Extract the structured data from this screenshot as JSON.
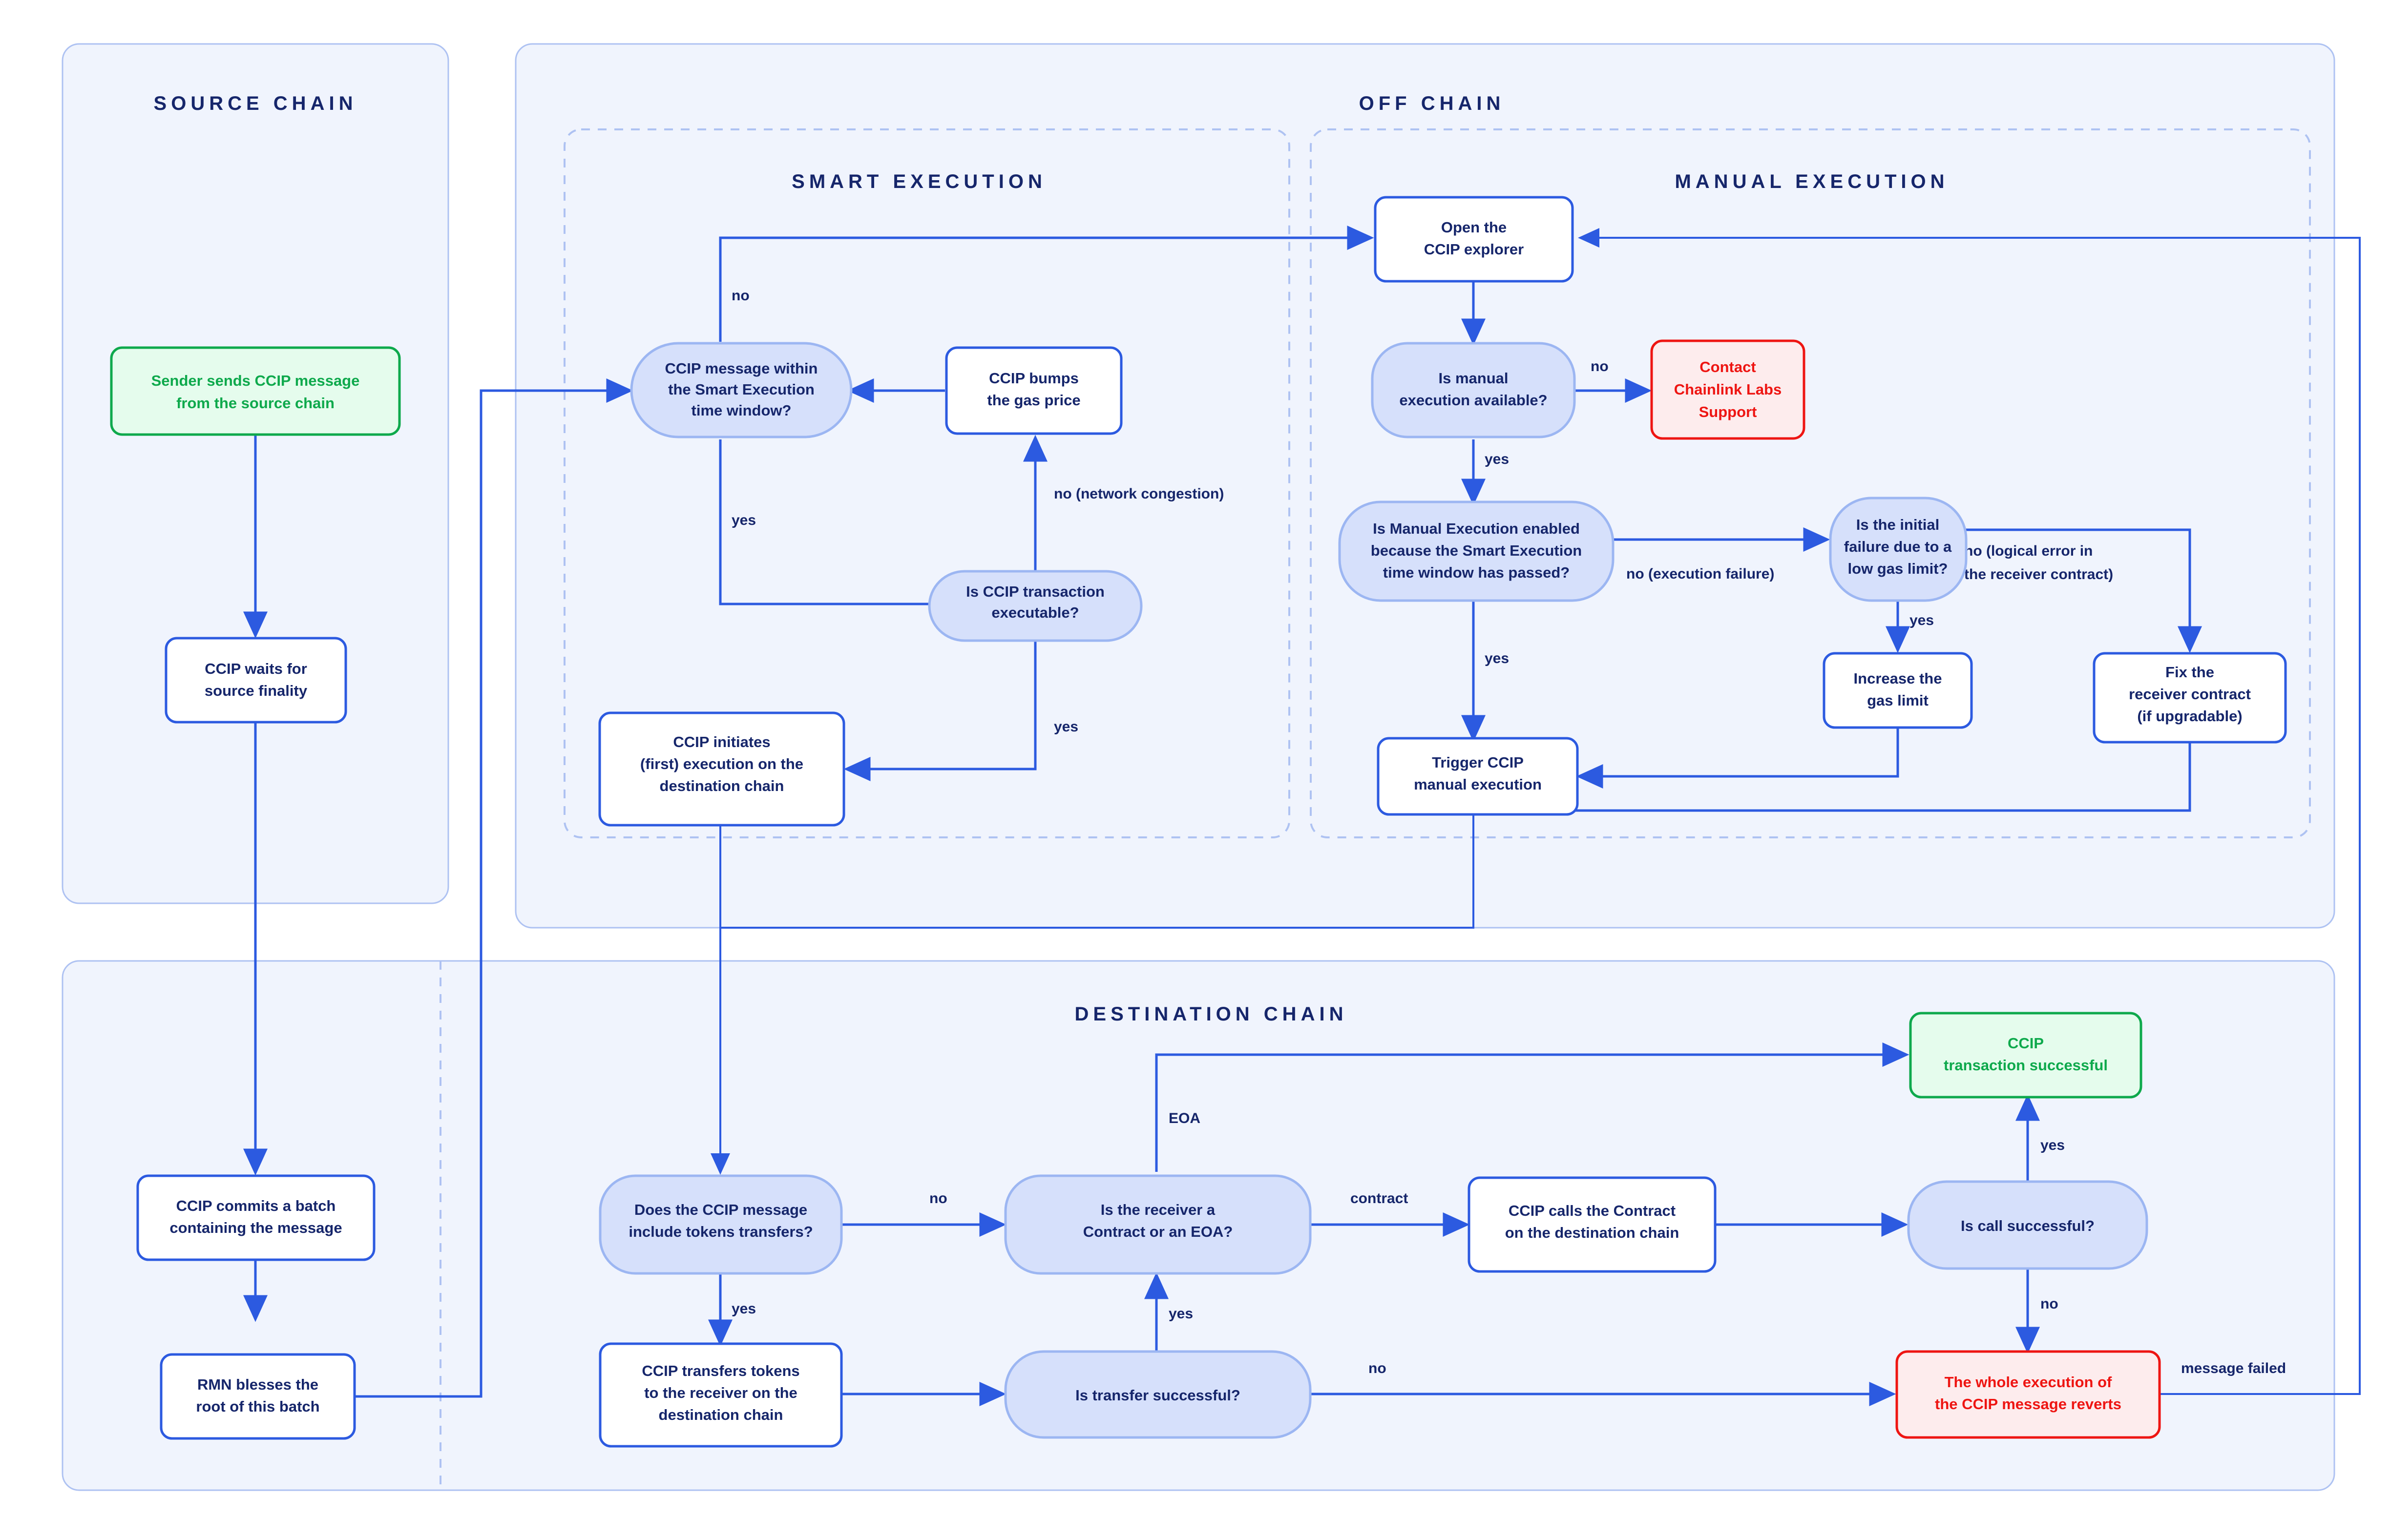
{
  "colors": {
    "lane_fill": "#f0f4fd",
    "lane_stroke": "#aec2f2",
    "edge": "#2c5ae0",
    "text": "#16266b",
    "success": "#0ea94c",
    "success_fill": "#e5fced",
    "error": "#ee1512",
    "error_fill": "#fdeced",
    "decision_fill": "#d6e0fb",
    "decision_stroke": "#9cb6f2"
  },
  "lanes": {
    "source_chain": "SOURCE CHAIN",
    "off_chain": "OFF CHAIN",
    "smart_execution": "SMART EXECUTION",
    "manual_execution": "MANUAL EXECUTION",
    "destination_chain": "DESTINATION CHAIN"
  },
  "nodes": {
    "sender_sends": {
      "lines": [
        "Sender sends CCIP message",
        "from the source chain"
      ],
      "type": "success"
    },
    "waits_finality": {
      "lines": [
        "CCIP waits for",
        "source finality"
      ],
      "type": "process"
    },
    "commits_batch": {
      "lines": [
        "CCIP commits a batch",
        "containing the message"
      ],
      "type": "process"
    },
    "rmn_blesses": {
      "lines": [
        "RMN blesses the",
        "root of this batch"
      ],
      "type": "process"
    },
    "within_window": {
      "lines": [
        "CCIP message within",
        "the Smart Execution",
        "time window?"
      ],
      "type": "decision"
    },
    "bumps_gas": {
      "lines": [
        "CCIP bumps",
        "the gas price"
      ],
      "type": "process"
    },
    "tx_executable": {
      "lines": [
        "Is CCIP transaction",
        "executable?"
      ],
      "type": "decision"
    },
    "initiates_exec": {
      "lines": [
        "CCIP initiates",
        "(first) execution on the",
        "destination chain"
      ],
      "type": "process"
    },
    "open_explorer": {
      "lines": [
        "Open the",
        "CCIP explorer"
      ],
      "type": "process"
    },
    "manual_available": {
      "lines": [
        "Is manual",
        "execution available?"
      ],
      "type": "decision"
    },
    "contact_support": {
      "lines": [
        "Contact",
        "Chainlink Labs",
        "Support"
      ],
      "type": "error"
    },
    "manual_enabled": {
      "lines": [
        "Is Manual Execution enabled",
        "because the Smart Execution",
        "time window has passed?"
      ],
      "type": "decision"
    },
    "initial_failure": {
      "lines": [
        "Is the initial",
        "failure due to a",
        "low gas limit?"
      ],
      "type": "decision"
    },
    "increase_gas": {
      "lines": [
        "Increase the",
        "gas limit"
      ],
      "type": "process"
    },
    "fix_receiver": {
      "lines": [
        "Fix the",
        "receiver contract",
        "(if upgradable)"
      ],
      "type": "process"
    },
    "trigger_manual": {
      "lines": [
        "Trigger CCIP",
        "manual execution"
      ],
      "type": "process"
    },
    "includes_tokens": {
      "lines": [
        "Does the CCIP message",
        "include tokens transfers?"
      ],
      "type": "decision"
    },
    "transfers_tokens": {
      "lines": [
        "CCIP transfers tokens",
        "to the receiver on the",
        "destination chain"
      ],
      "type": "process"
    },
    "receiver_type": {
      "lines": [
        "Is the receiver a",
        "Contract or an EOA?"
      ],
      "type": "decision"
    },
    "transfer_successful": {
      "lines": [
        "Is transfer successful?"
      ],
      "type": "decision"
    },
    "calls_contract": {
      "lines": [
        "CCIP calls the Contract",
        "on the destination chain"
      ],
      "type": "process"
    },
    "call_successful": {
      "lines": [
        "Is call successful?"
      ],
      "type": "decision"
    },
    "tx_successful": {
      "lines": [
        "CCIP",
        "transaction successful"
      ],
      "type": "success"
    },
    "whole_reverts": {
      "lines": [
        "The whole execution of",
        "the CCIP message reverts"
      ],
      "type": "error"
    }
  },
  "edge_labels": {
    "window_no": "no",
    "window_yes": "yes",
    "executable_no": "no (network congestion)",
    "executable_yes": "yes",
    "manual_available_no": "no",
    "manual_available_yes": "yes",
    "manual_enabled_no": "no (execution failure)",
    "manual_enabled_yes": "yes",
    "gas_limit_yes": "yes",
    "gas_limit_no": "no (logical error in",
    "gas_limit_no2": "the receiver contract)",
    "tokens_no": "no",
    "tokens_yes": "yes",
    "transfer_yes": "yes",
    "transfer_no": "no",
    "receiver_eoa": "EOA",
    "receiver_contract": "contract",
    "call_yes": "yes",
    "call_no": "no",
    "message_failed": "message failed"
  }
}
